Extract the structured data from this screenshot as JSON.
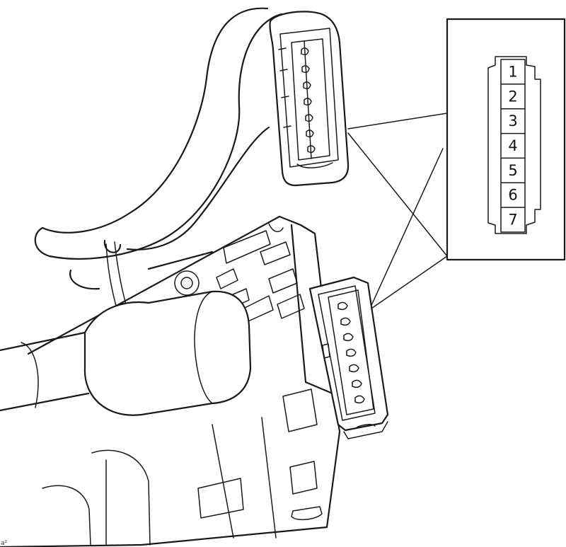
{
  "figure": {
    "corner_mark": "a²",
    "pin_view": {
      "pins": [
        "1",
        "2",
        "3",
        "4",
        "5",
        "6",
        "7"
      ]
    }
  },
  "colors": {
    "line": "#1a1a1a",
    "background": "#ffffff"
  }
}
